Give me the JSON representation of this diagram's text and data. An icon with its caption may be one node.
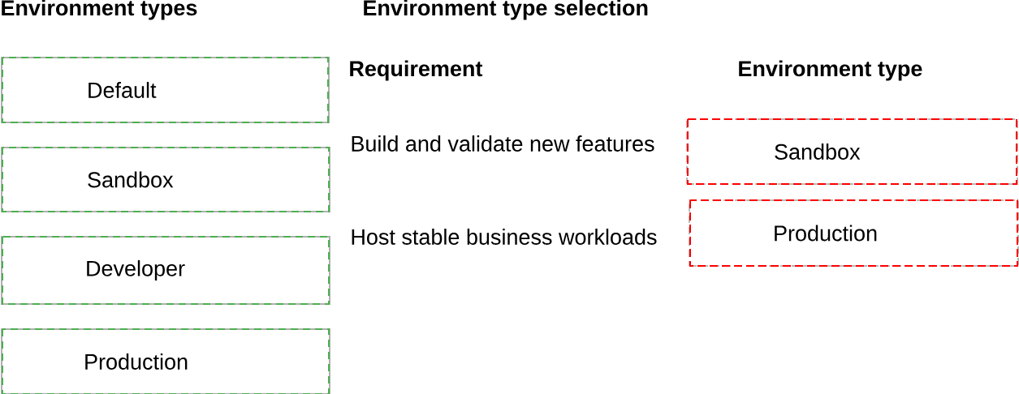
{
  "diagram": {
    "nodes": [
      {
        "text": [
          "Default"
        ]
      },
      {
        "text": [
          "Sandbox"
        ]
      },
      {
        "text": [
          "Developer"
        ]
      },
      {
        "text": [
          "Production"
        ]
      },
      {
        "text": [
          "Sandbox"
        ]
      },
      {
        "text": [
          "Production"
        ]
      }
    ],
    "labels": [
      "Environment types",
      "Environment type selection",
      "Requirement",
      "Environment type",
      "Build and validate new features",
      "Host stable business workloads"
    ]
  }
}
